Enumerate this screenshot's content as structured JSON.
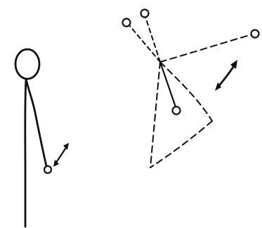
{
  "figure": {
    "left_figure": {
      "parts": [
        "head",
        "torso",
        "arm",
        "hand-joint",
        "rotation-arrow"
      ]
    },
    "right_figure": {
      "parts": [
        "top-joint-1",
        "top-joint-2",
        "right-joint",
        "inner-joint",
        "dashed-links",
        "dashed-triangle",
        "rotation-arrow"
      ]
    }
  },
  "colors": {
    "ink": "#111111",
    "background": "#ffffff"
  }
}
